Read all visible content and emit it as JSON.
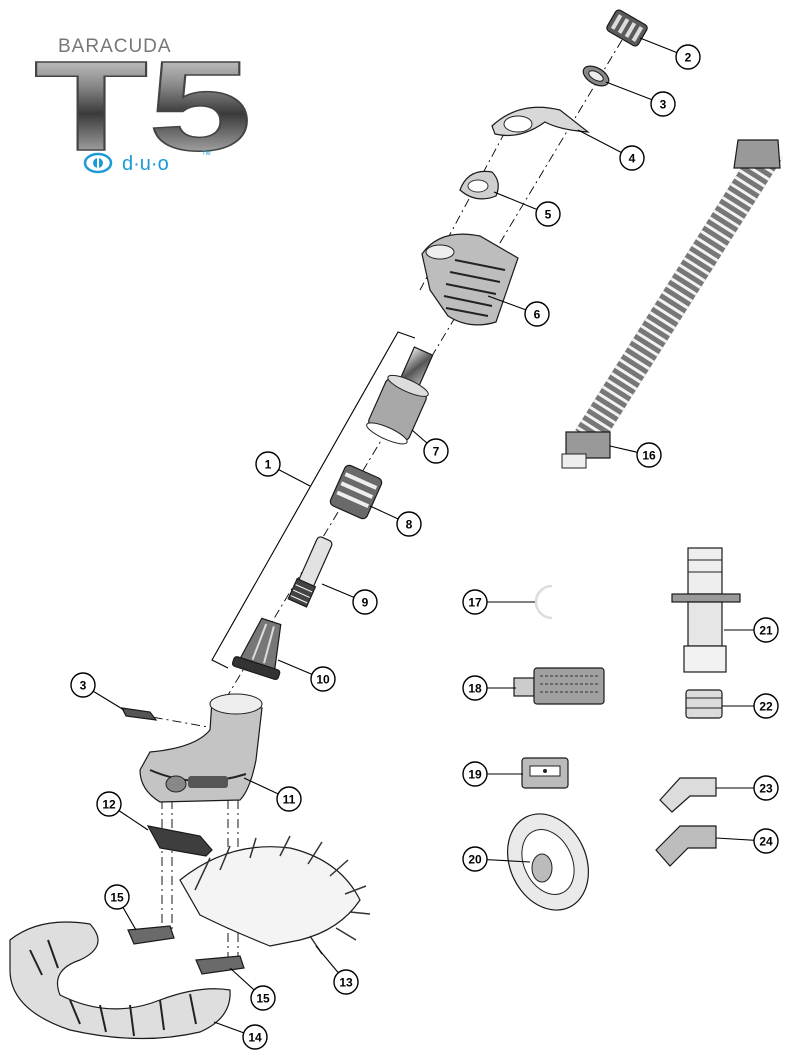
{
  "logo": {
    "brand": "BARACUDA",
    "model": "T5",
    "subline": "d·u·o",
    "trademark": "TM",
    "colors": {
      "metal_dark": "#3c3c3c",
      "metal_light": "#d9d9d9",
      "accent": "#1a9ad6"
    }
  },
  "callouts": [
    {
      "id": "c1",
      "label": "1"
    },
    {
      "id": "c2",
      "label": "2"
    },
    {
      "id": "c3a",
      "label": "3"
    },
    {
      "id": "c3b",
      "label": "3"
    },
    {
      "id": "c4",
      "label": "4"
    },
    {
      "id": "c5",
      "label": "5"
    },
    {
      "id": "c6",
      "label": "6"
    },
    {
      "id": "c7",
      "label": "7"
    },
    {
      "id": "c8",
      "label": "8"
    },
    {
      "id": "c9",
      "label": "9"
    },
    {
      "id": "c10",
      "label": "10"
    },
    {
      "id": "c11",
      "label": "11"
    },
    {
      "id": "c12",
      "label": "12"
    },
    {
      "id": "c13",
      "label": "13"
    },
    {
      "id": "c14",
      "label": "14"
    },
    {
      "id": "c15a",
      "label": "15"
    },
    {
      "id": "c15b",
      "label": "15"
    },
    {
      "id": "c16",
      "label": "16"
    },
    {
      "id": "c17",
      "label": "17"
    },
    {
      "id": "c18",
      "label": "18"
    },
    {
      "id": "c19",
      "label": "19"
    },
    {
      "id": "c20",
      "label": "20"
    },
    {
      "id": "c21",
      "label": "21"
    },
    {
      "id": "c22",
      "label": "22"
    },
    {
      "id": "c23",
      "label": "23"
    },
    {
      "id": "c24",
      "label": "24"
    }
  ]
}
